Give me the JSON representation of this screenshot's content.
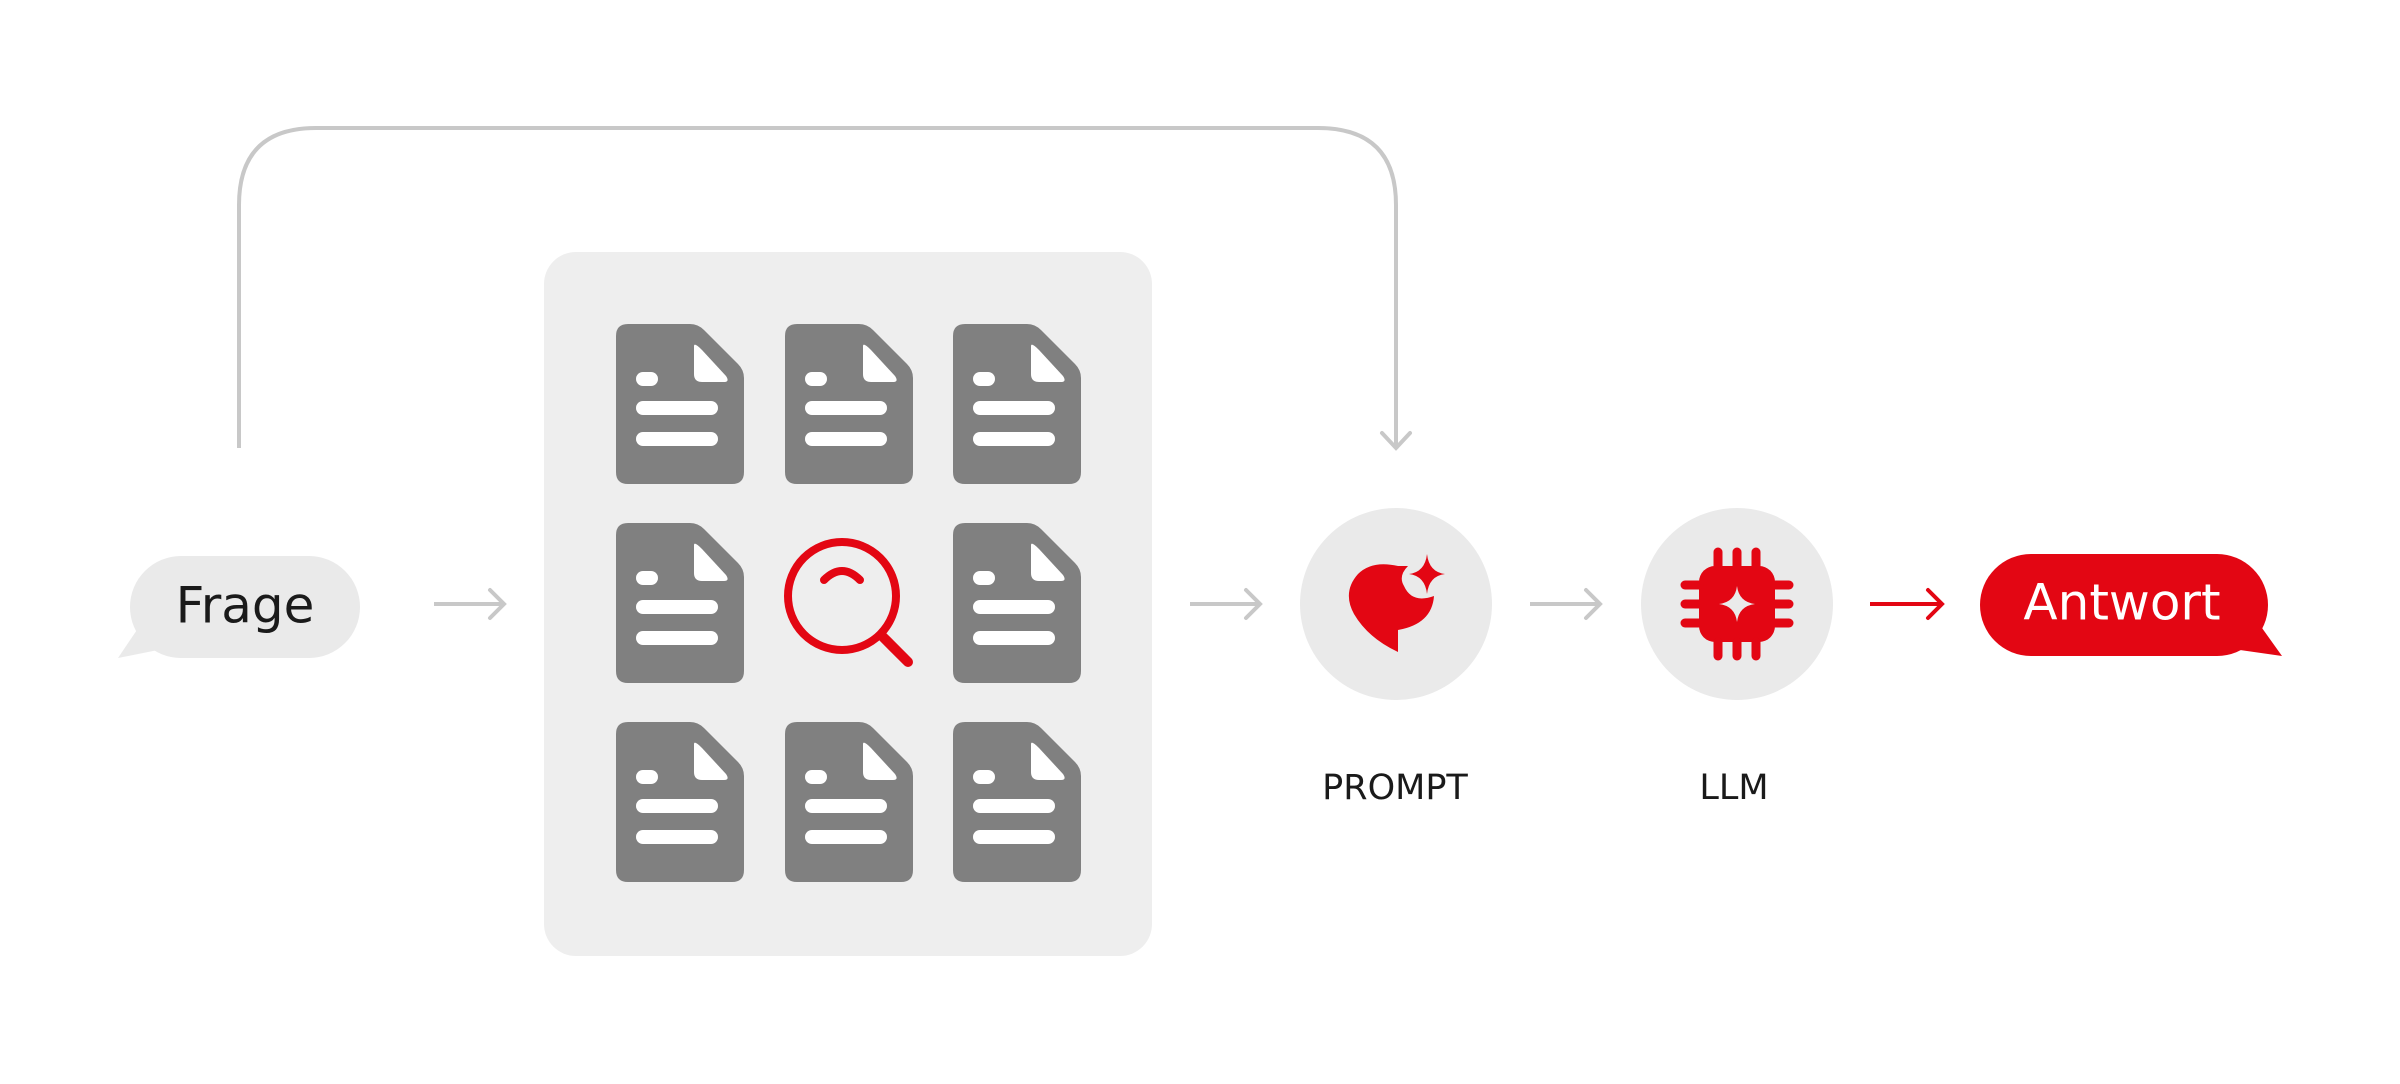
{
  "question": {
    "label": "Frage"
  },
  "prompt": {
    "label": "PROMPT"
  },
  "llm": {
    "label": "LLM"
  },
  "answer": {
    "label": "Antwort"
  },
  "colors": {
    "accent": "#e30613",
    "document": "#808080",
    "panel": "#eeeeee",
    "circle": "#eaeaea",
    "connector": "#c8c8c8",
    "text": "#1a1a1a"
  },
  "icons": {
    "documents": "document-icon",
    "search": "magnifier-icon",
    "prompt": "prompt-sparkle-icon",
    "llm": "chip-icon"
  }
}
